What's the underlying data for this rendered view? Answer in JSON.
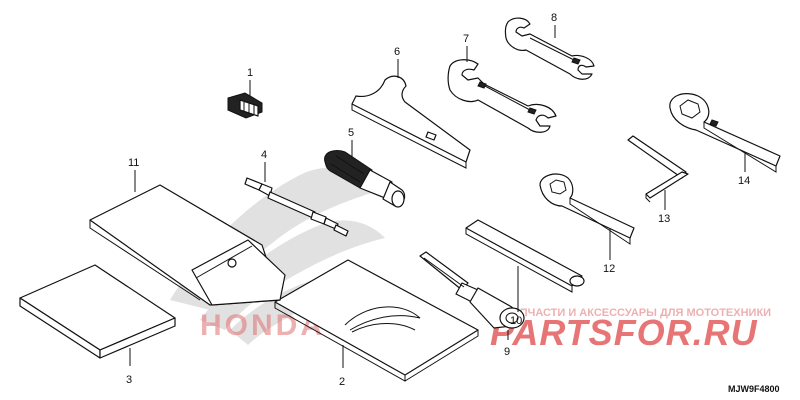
{
  "diagram_code": "MJW9F4800",
  "watermark": {
    "logo_text": "HONDA",
    "tagline": "ЗАПЧАСТИ И АКСЕССУАРЫ ДЛЯ МОТОТЕХНИКИ",
    "site": "PARTSFOR.RU"
  },
  "callouts": [
    {
      "id": "1"
    },
    {
      "id": "2"
    },
    {
      "id": "3"
    },
    {
      "id": "4"
    },
    {
      "id": "5"
    },
    {
      "id": "6"
    },
    {
      "id": "7"
    },
    {
      "id": "8"
    },
    {
      "id": "9"
    },
    {
      "id": "10"
    },
    {
      "id": "11"
    },
    {
      "id": "12"
    },
    {
      "id": "13"
    },
    {
      "id": "14"
    }
  ]
}
